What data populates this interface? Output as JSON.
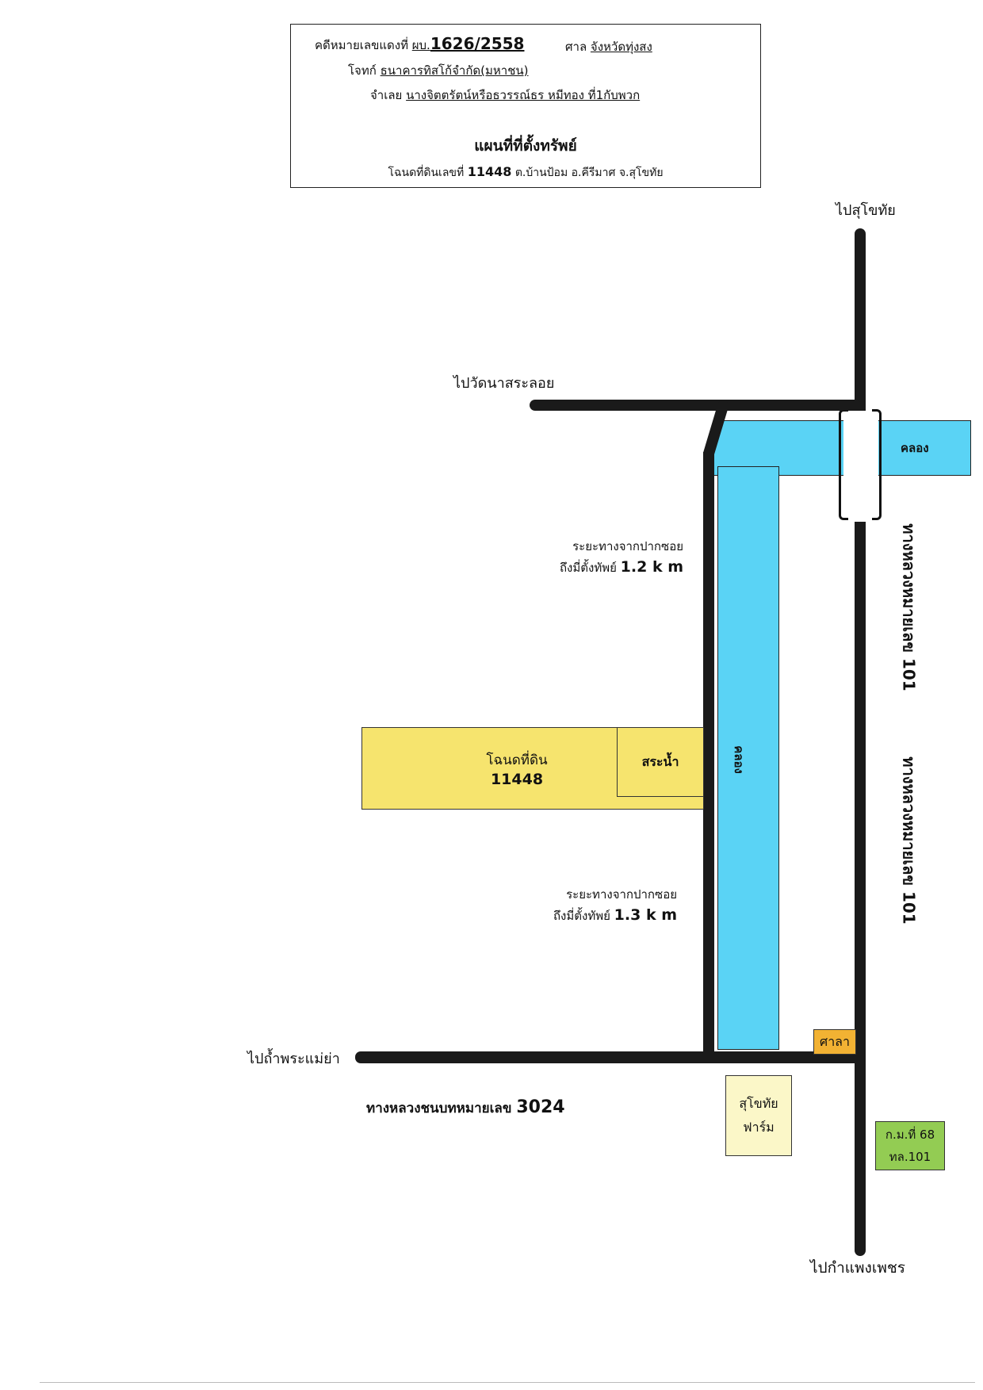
{
  "header": {
    "case_label": "คดีหมายเลขแดงที่",
    "case_prefix": "ผบ.",
    "case_number": "1626/2558",
    "court_label": "ศาล",
    "court_value": "จังหวัดทุ่งสง",
    "plaintiff_label": "โจทก์",
    "plaintiff_value": "ธนาคารทิสโก้จำกัด(มหาชน)",
    "defendant_label": "จำเลย",
    "defendant_value": "นางจิตตรัตน์หรือธวรรณ์ธร หมีทอง ที่1กับพวก",
    "title": "แผนที่ที่ตั้งทรัพย์",
    "deed_prefix": "โฉนดที่ดินเลขที่",
    "deed_number": "11448",
    "deed_location": "ต.บ้านป้อม อ.คีรีมาศ จ.สุโขทัย"
  },
  "map": {
    "to_sukhothai": "ไปสุโขทัย",
    "to_wat": "ไปวัดนาสระลอย",
    "to_cave": "ไปถ้ำพระแม่ย่า",
    "to_kamphaeng": "ไปกำแพงเพชร",
    "canal_top": "คลอง",
    "canal_vertical": "คลอง",
    "highway_label_1": "ทางหลวงหมายเลข 101",
    "highway_label_2": "ทางหลวงหมายเลข 101",
    "rural_road_prefix": "ทางหลวงชนบทหมายเลข",
    "rural_road_number": "3024",
    "dist1_line1": "ระยะทางจากปากซอย",
    "dist1_line2": "ถึงมี่ตั้งทัพย์",
    "dist1_value": "1.2 k m",
    "dist2_line1": "ระยะทางจากปากซอย",
    "dist2_line2": "ถึงมี่ตั้งทัพย์",
    "dist2_value": "1.3 k m",
    "parcel_line1": "โฉนดที่ดิน",
    "parcel_line2": "11448",
    "pond": "สระน้ำ",
    "sala": "ศาลา",
    "farm_line1": "สุโขทัย",
    "farm_line2": "ฟาร์ม",
    "km_line1": "ก.ม.ที่ 68",
    "km_line2": "ทล.101"
  },
  "colors": {
    "canal": "#5ad3f5",
    "parcel": "#f6e46e",
    "pond": "#f6e46e",
    "sala": "#f2b233",
    "farm": "#fbf7c8",
    "km_marker": "#93cc53",
    "road": "#1a1a1a"
  }
}
